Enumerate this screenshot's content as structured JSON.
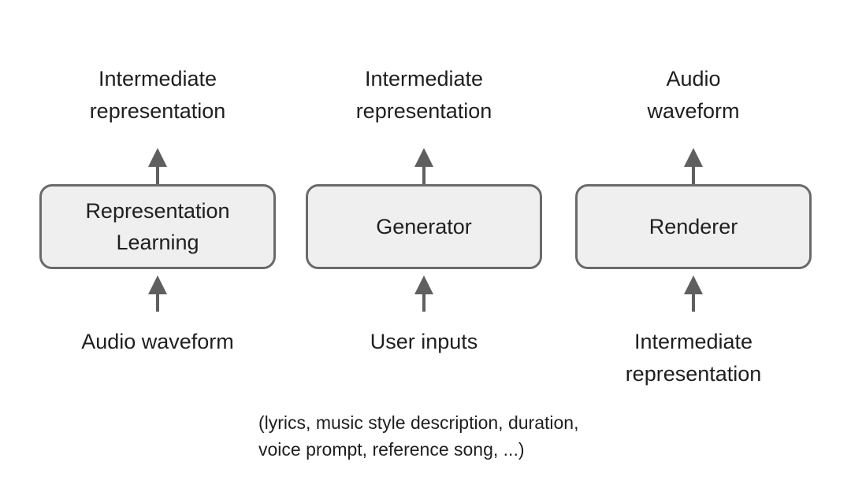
{
  "columns": [
    {
      "output_lines": [
        "Intermediate",
        "representation"
      ],
      "box_lines": [
        "Representation",
        "Learning"
      ],
      "input_lines": [
        "Audio waveform"
      ]
    },
    {
      "output_lines": [
        "Intermediate",
        "representation"
      ],
      "box_lines": [
        "Generator"
      ],
      "input_lines": [
        "User inputs"
      ]
    },
    {
      "output_lines": [
        "Audio",
        "waveform"
      ],
      "box_lines": [
        "Renderer"
      ],
      "input_lines": [
        "Intermediate",
        "representation"
      ]
    }
  ],
  "note_lines": [
    "(lyrics, music style description, duration,",
    "voice prompt, reference song, ...)"
  ],
  "colors": {
    "box_fill": "#efefef",
    "box_border": "#6a6a6a",
    "arrow": "#5f5f5f",
    "text": "#1f1f1f"
  }
}
